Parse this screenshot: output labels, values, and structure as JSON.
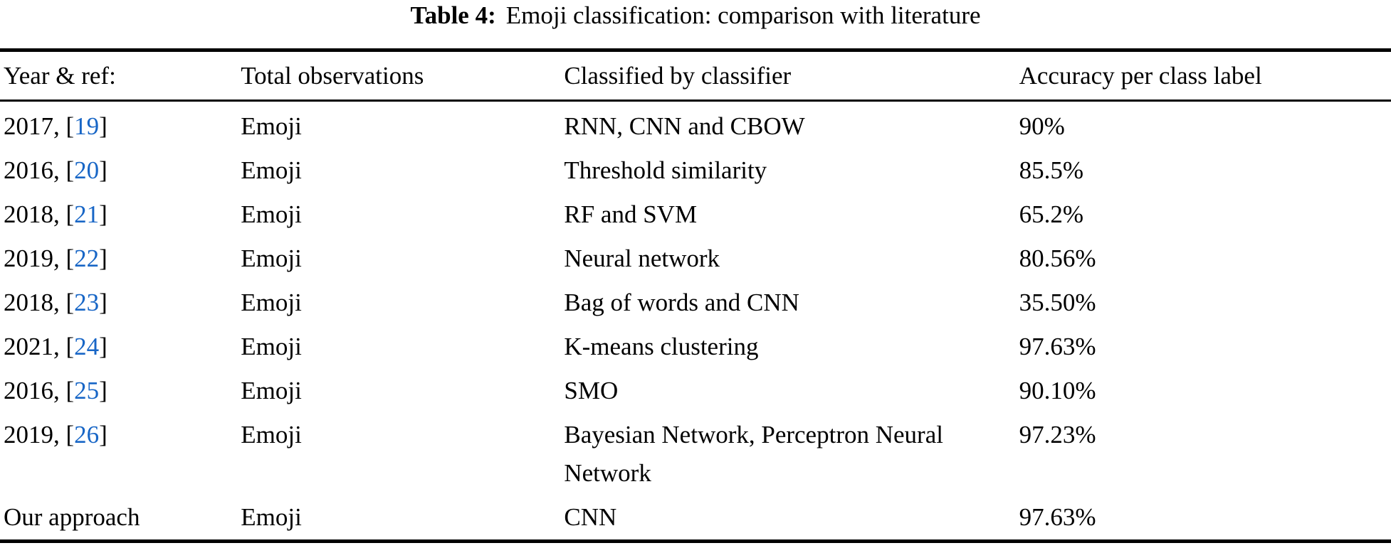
{
  "caption": {
    "label": "Table 4:",
    "text": "Emoji classification: comparison with literature"
  },
  "table": {
    "columns": [
      "Year & ref:",
      "Total observations",
      "Classified by classifier",
      "Accuracy per class label"
    ],
    "rows": [
      {
        "year": "2017",
        "ref": "19",
        "observations": "Emoji",
        "classifier": "RNN, CNN and CBOW",
        "accuracy": "90%"
      },
      {
        "year": "2016",
        "ref": "20",
        "observations": "Emoji",
        "classifier": "Threshold similarity",
        "accuracy": "85.5%"
      },
      {
        "year": "2018",
        "ref": "21",
        "observations": "Emoji",
        "classifier": "RF and SVM",
        "accuracy": "65.2%"
      },
      {
        "year": "2019",
        "ref": "22",
        "observations": "Emoji",
        "classifier": "Neural network",
        "accuracy": "80.56%"
      },
      {
        "year": "2018",
        "ref": "23",
        "observations": "Emoji",
        "classifier": "Bag of words and CNN",
        "accuracy": "35.50%"
      },
      {
        "year": "2021",
        "ref": "24",
        "observations": "Emoji",
        "classifier": "K-means clustering",
        "accuracy": "97.63%"
      },
      {
        "year": "2016",
        "ref": "25",
        "observations": "Emoji",
        "classifier": "SMO",
        "accuracy": "90.10%"
      },
      {
        "year": "2019",
        "ref": "26",
        "observations": "Emoji",
        "classifier": "Bayesian Network, Perceptron Neural Network",
        "accuracy": "97.23%"
      },
      {
        "year": "Our approach",
        "ref": null,
        "observations": "Emoji",
        "classifier": "CNN",
        "accuracy": "97.63%"
      }
    ]
  },
  "colors": {
    "link_blue": "#1866c6",
    "text": "#000000"
  }
}
